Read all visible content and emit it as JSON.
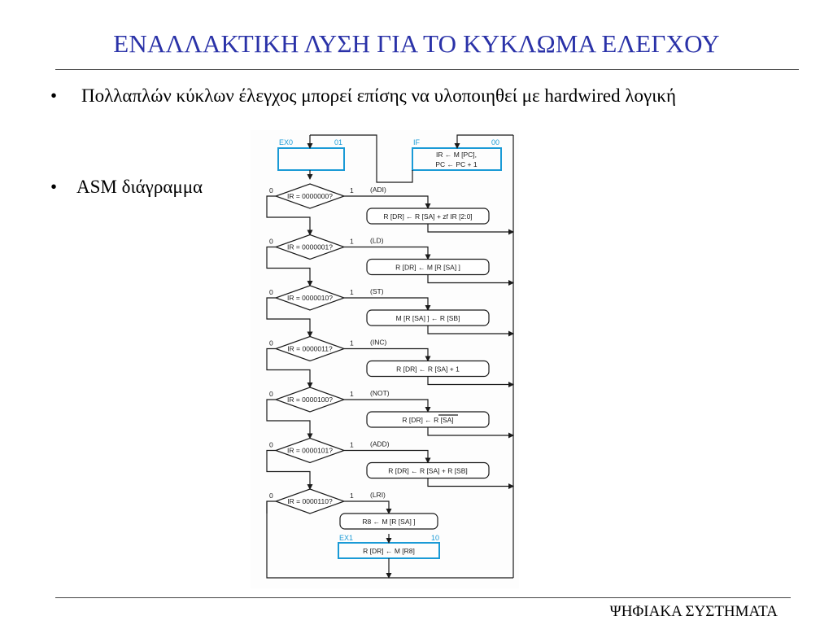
{
  "slide": {
    "title": "ΕΝΑΛΛΑΚΤΙΚΗ ΛΥΣΗ ΓΙΑ ΤΟ ΚΥΚΛΩΜΑ ΕΛΕΓΧΟΥ",
    "bullets": [
      "Πολλαπλών κύκλων έλεγχος μπορεί επίσης να υλοποιηθεί με hardwired λογική",
      "ASM διάγραμμα"
    ],
    "footer": "ΨΗΦΙΑΚΑ ΣΥΣΤΗΜΑΤΑ"
  },
  "diagram": {
    "colors": {
      "state": "#1a9ad6",
      "line": "#1a1a1a"
    },
    "ex0_state": {
      "name": "EX0",
      "code": "01"
    },
    "if_state": {
      "name": "IF",
      "code": "00",
      "line1": "IR ← M [PC],",
      "line2": "PC ← PC + 1"
    },
    "ex1_state": {
      "name": "EX1",
      "code": "10",
      "label": "R [DR] ← M [R8]"
    },
    "branch_zero": "0",
    "branch_one": "1",
    "decisions": [
      {
        "condition": "IR = 0000000?",
        "op": "(ADI)",
        "action": "R [DR] ← R [SA] + zf IR [2:0]"
      },
      {
        "condition": "IR = 0000001?",
        "op": "(LD)",
        "action": "R [DR] ← M [R [SA] ]"
      },
      {
        "condition": "IR = 0000010?",
        "op": "(ST)",
        "action": "M [R [SA] ] ← R [SB]"
      },
      {
        "condition": "IR = 0000011?",
        "op": "(INC)",
        "action": "R [DR] ← R [SA] + 1"
      },
      {
        "condition": "IR = 0000100?",
        "op": "(NOT)",
        "action": "R [DR] ← R [SA]"
      },
      {
        "condition": "IR = 0000101?",
        "op": "(ADD)",
        "action": "R [DR] ← R [SA] + R [SB]"
      },
      {
        "condition": "IR = 0000110?",
        "op": "(LRI)",
        "action": "R8 ← M [R [SA] ]"
      }
    ]
  }
}
